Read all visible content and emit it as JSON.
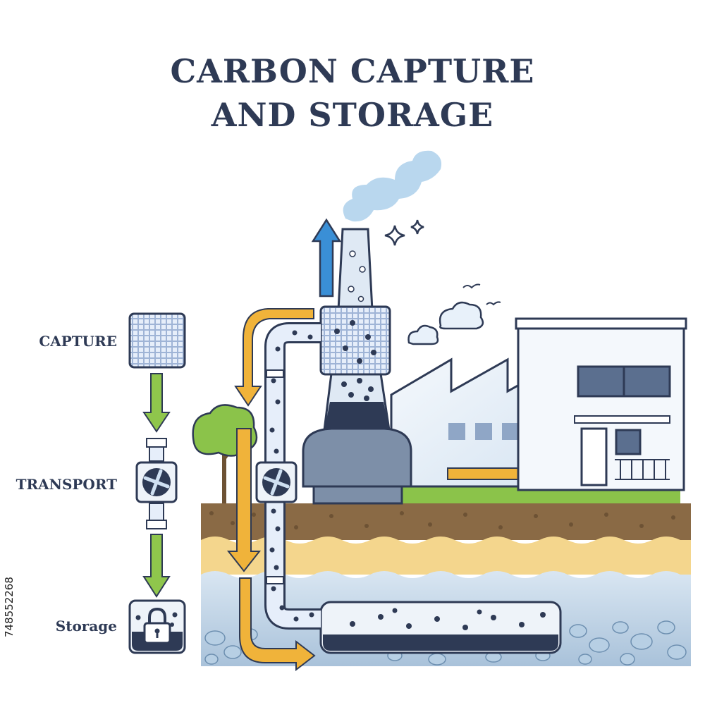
{
  "title": {
    "line1": "CARBON CAPTURE",
    "line2": "AND STORAGE"
  },
  "steps": [
    {
      "label": "CAPTURE",
      "icon": "filter-grid-icon"
    },
    {
      "label": "TRANSPORT",
      "icon": "pipe-fan-icon"
    },
    {
      "label": "Storage",
      "icon": "lock-tank-icon"
    }
  ],
  "stock_id": "748552268",
  "colors": {
    "title": "#2e3a55",
    "outline": "#2e3a55",
    "flow_arrow": "#f0b33a",
    "step_arrow": "#8fc64c",
    "up_arrow": "#3a8fd6",
    "smoke": "#b9d7ee",
    "soil": "#8a6a45",
    "sand": "#f4d68d",
    "water": "#c9dcec",
    "rock": "#a9c4dc",
    "grass": "#8bc34a",
    "co2_dot": "#2e3a55"
  }
}
